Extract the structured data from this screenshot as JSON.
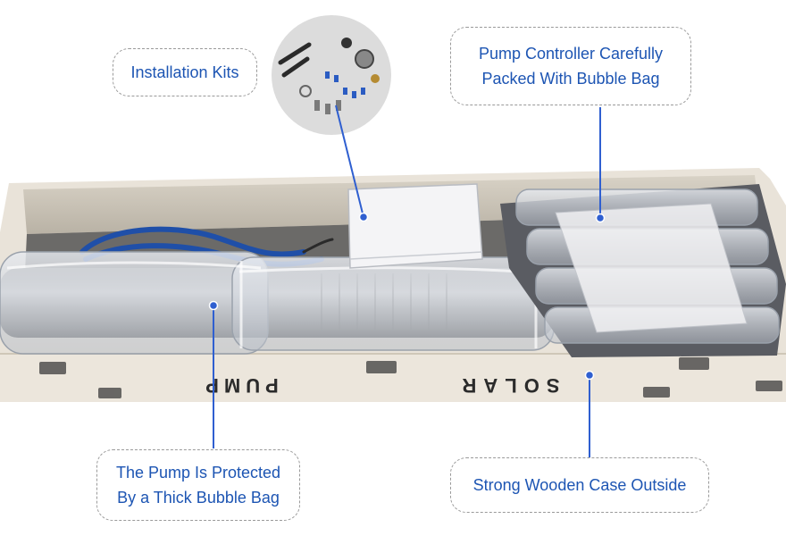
{
  "callouts": {
    "installation_kits": "Installation Kits",
    "controller_line1": "Pump Controller Carefully",
    "controller_line2": "Packed With Bubble Bag",
    "pump_line1": "The Pump Is Protected",
    "pump_line2": "By a Thick Bubble Bag",
    "wooden_case": "Strong Wooden Case Outside"
  },
  "box_print": {
    "pump_word": "PUMP",
    "solar_word": "SOLAR"
  },
  "colors": {
    "callout_text": "#1d55b3",
    "leader_line": "#2f5fd0",
    "wood": "#ece6dc"
  }
}
